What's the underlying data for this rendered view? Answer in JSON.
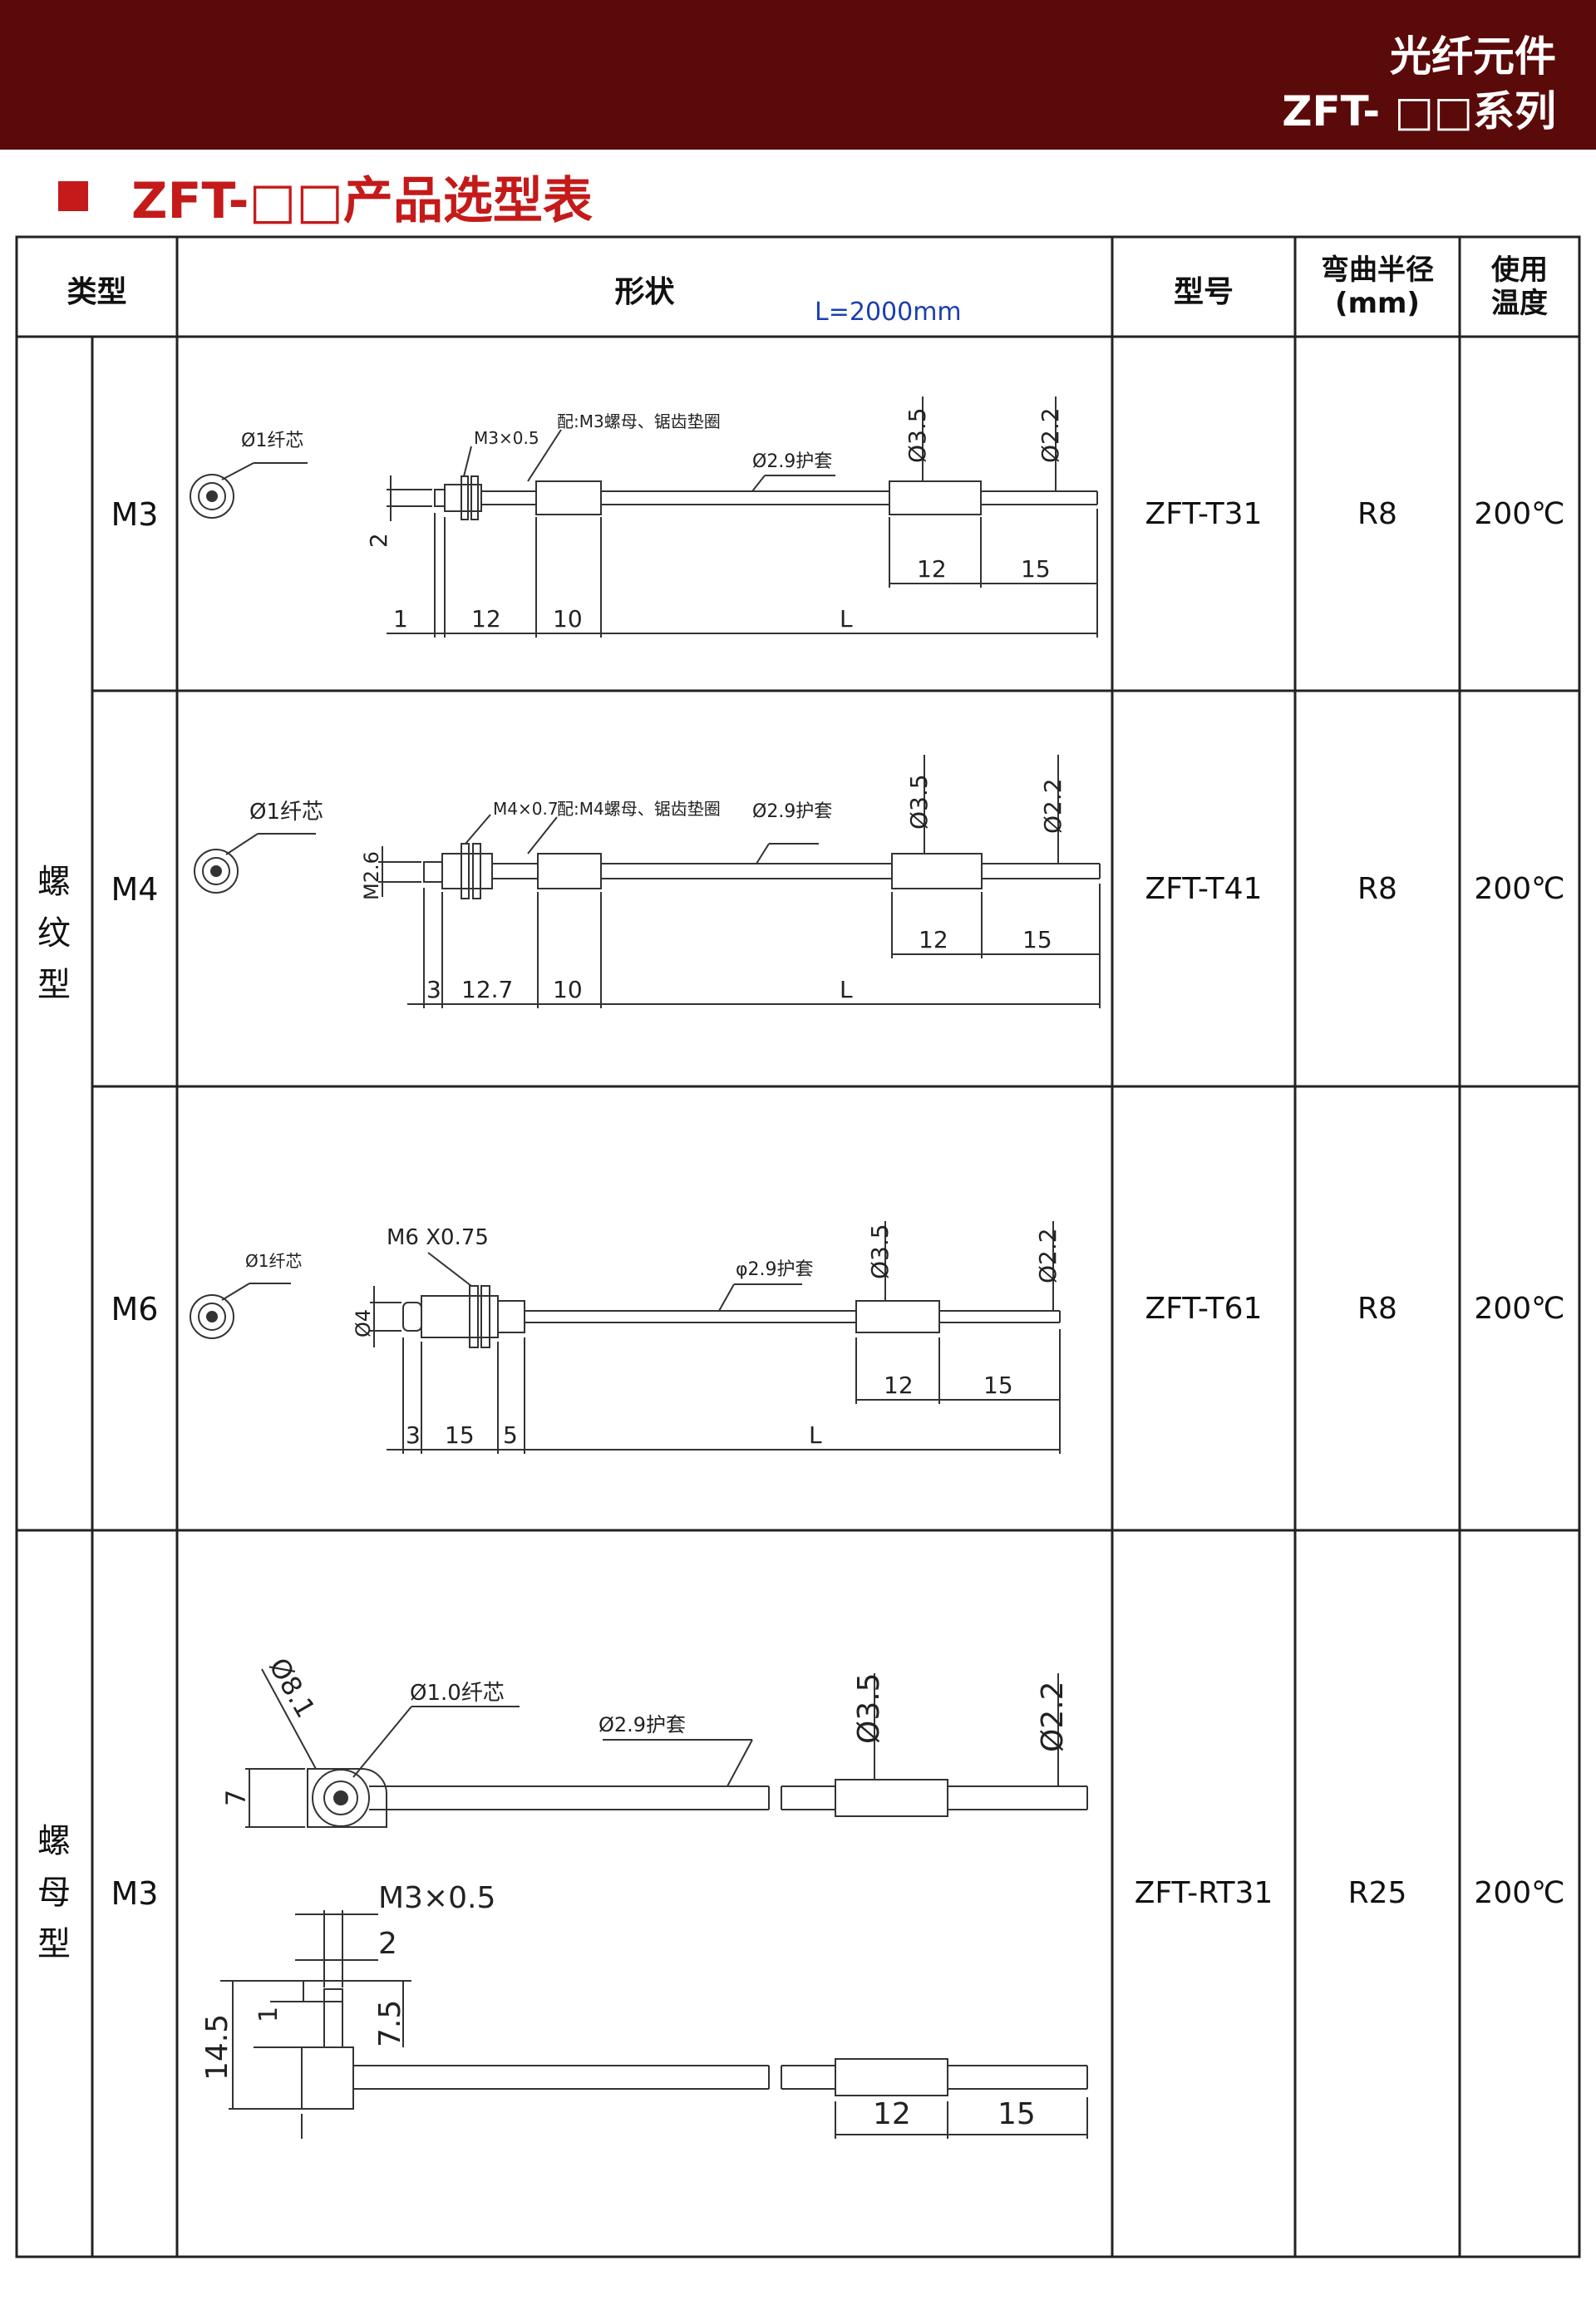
{
  "header": {
    "line1": "光纤元件",
    "line2": "ZFT- □□系列"
  },
  "section_title": "ZFT-□□产品选型表",
  "table": {
    "headers": {
      "type": "类型",
      "shape": "形状",
      "model": "型号",
      "bend_line1": "弯曲半径",
      "bend_line2": "(mm)",
      "temp_line1": "使用",
      "temp_line2": "温度"
    },
    "length_note": "L=2000mm",
    "groups": [
      {
        "label": [
          "螺",
          "纹",
          "型"
        ]
      },
      {
        "label": [
          "螺",
          "母",
          "型"
        ]
      }
    ],
    "rows": [
      {
        "size": "M3",
        "model": "ZFT-T31",
        "bend": "R8",
        "temp": "200℃"
      },
      {
        "size": "M4",
        "model": "ZFT-T41",
        "bend": "R8",
        "temp": "200℃"
      },
      {
        "size": "M6",
        "model": "ZFT-T61",
        "bend": "R8",
        "temp": "200℃"
      },
      {
        "size": "M3",
        "model": "ZFT-RT31",
        "bend": "R25",
        "temp": "200℃"
      }
    ]
  },
  "drawings": {
    "m3": {
      "core": "Ø1纤芯",
      "thread": "M3×0.5",
      "nut": "配:M3螺母、锯齿垫圈",
      "sheath": "Ø2.9护套",
      "d35": "Ø3.5",
      "d22": "Ø2.2",
      "h": "2",
      "b1": "1",
      "b2": "12",
      "b3": "10",
      "bL": "L",
      "t1": "12",
      "t2": "15"
    },
    "m4": {
      "core": "Ø1纤芯",
      "thread": "M4×0.7",
      "nut": "配:M4螺母、锯齿垫圈",
      "sheath": "Ø2.9护套",
      "d35": "Ø3.5",
      "d22": "Ø2.2",
      "h": "M2.6",
      "b1": "3",
      "b2": "12.7",
      "b3": "10",
      "bL": "L",
      "t1": "12",
      "t2": "15"
    },
    "m6": {
      "core": "Ø1纤芯",
      "thread": "M6 X0.75",
      "sheath": "φ2.9护套",
      "d35": "Ø3.5",
      "d22": "Ø2.2",
      "h": "Ø4",
      "b1": "3",
      "b2": "15",
      "b3": "5",
      "bL": "L",
      "t1": "12",
      "t2": "15"
    },
    "rt": {
      "d8": "Ø8.1",
      "core": "Ø1.0纤芯",
      "sheath": "Ø2.9护套",
      "d35": "Ø3.5",
      "d22": "Ø2.2",
      "h7": "7",
      "thread": "M3×0.5",
      "v2": "2",
      "v75": "7.5",
      "v1": "1",
      "v145": "14.5",
      "t1": "12",
      "t2": "15"
    }
  }
}
